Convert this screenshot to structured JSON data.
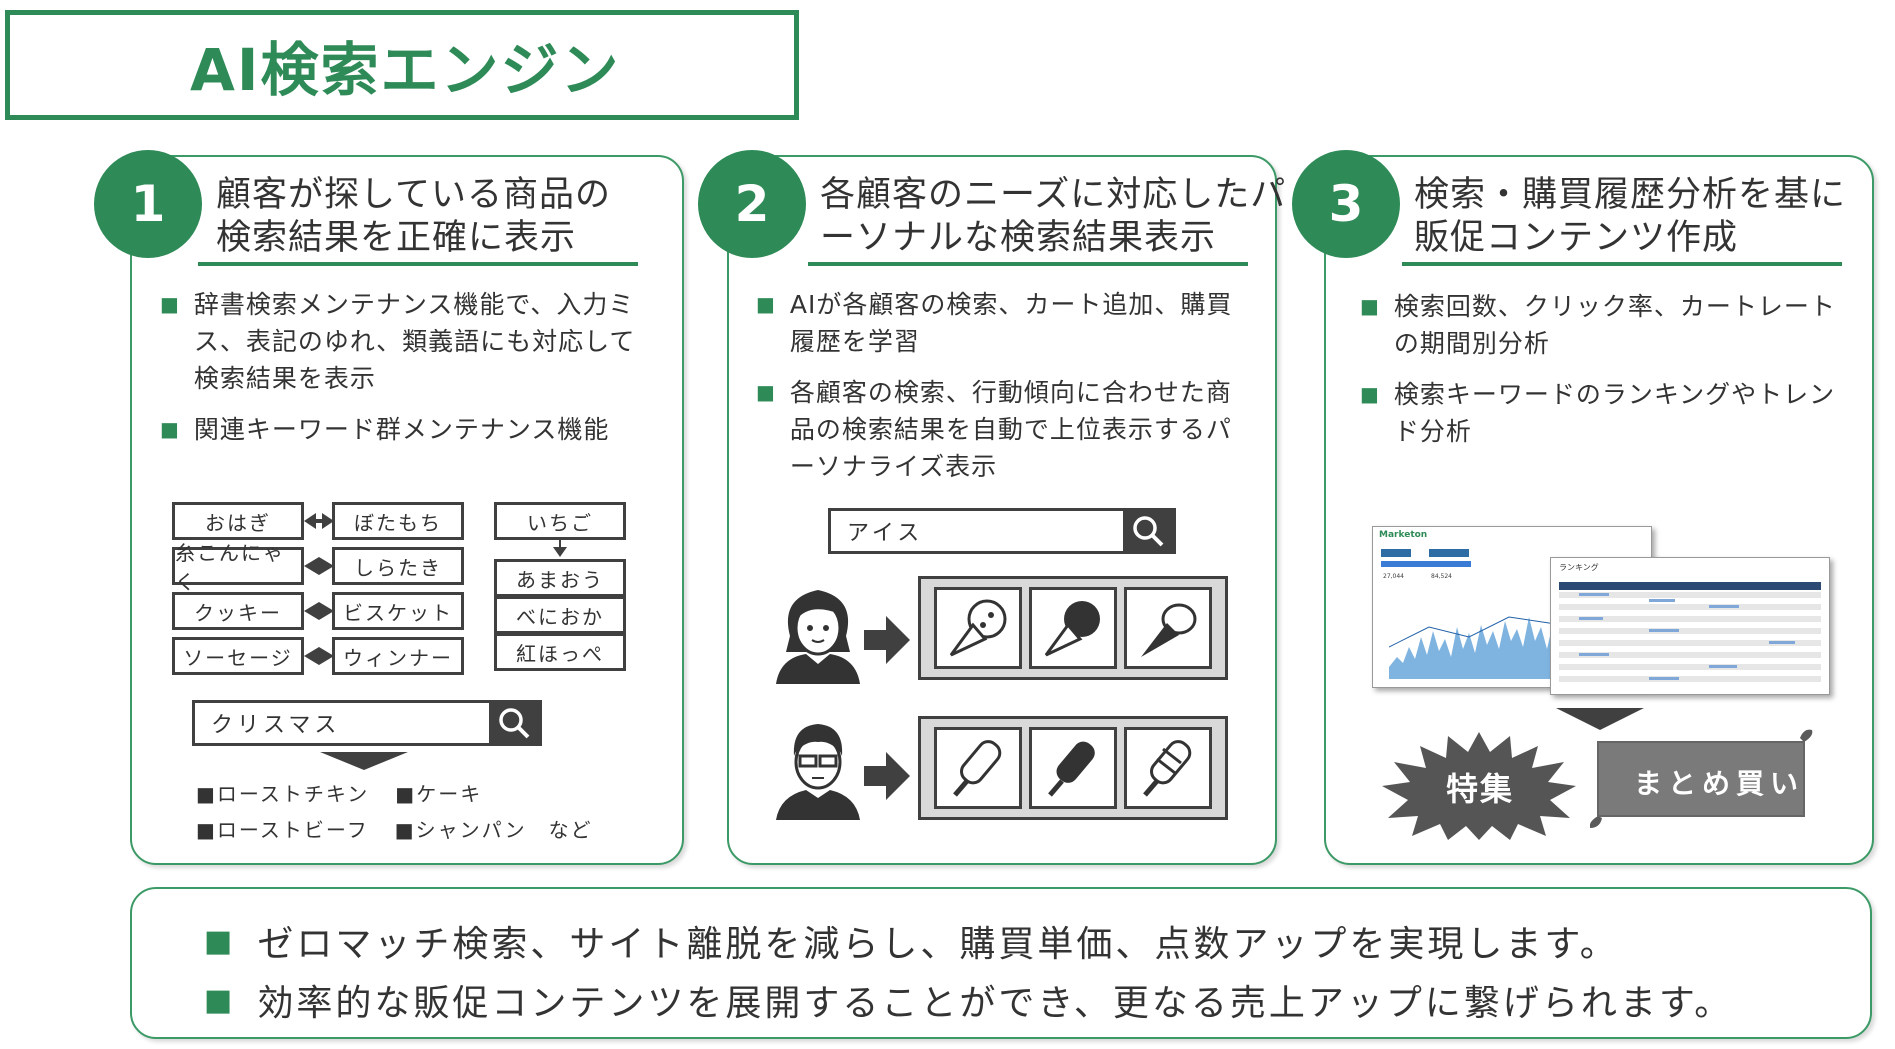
{
  "title": "AI検索エンジン",
  "panels": [
    {
      "number": "1",
      "heading_line1": "顧客が探している商品の",
      "heading_line2": "検索結果を正確に表示",
      "bullets": [
        {
          "line1": "辞書検索メンテナンス機能で、入力ミ",
          "line2": "ス、表記のゆれ、類義語にも対応して",
          "line3": "検索結果を表示"
        },
        {
          "line1": "関連キーワード群メンテナンス機能"
        }
      ],
      "synonym_pairs": [
        {
          "left": "おはぎ",
          "right": "ぼたもち"
        },
        {
          "left": "糸こんにゃく",
          "right": "しらたき"
        },
        {
          "left": "クッキー",
          "right": "ビスケット"
        },
        {
          "left": "ソーセージ",
          "right": "ウィンナー"
        }
      ],
      "related_group": {
        "head": "いちご",
        "items": [
          "あまおう",
          "べにおか",
          "紅ほっぺ"
        ]
      },
      "search_value": "クリスマス",
      "results_row1": [
        "■ローストチキン",
        "■ケーキ"
      ],
      "results_row2": [
        "■ローストビーフ",
        "■シャンパン　など"
      ]
    },
    {
      "number": "2",
      "heading_line1": "各顧客のニーズに対応したパ",
      "heading_line2": "ーソナルな検索結果表示",
      "bullets": [
        {
          "line1": "AIが各顧客の検索、カート追加、購買",
          "line2": "履歴を学習"
        },
        {
          "line1": "各顧客の検索、行動傾向に合わせた商",
          "line2": "品の検索結果を自動で上位表示するパ",
          "line3": "ーソナライズ表示"
        }
      ],
      "search_value": "アイス"
    },
    {
      "number": "3",
      "heading_line1": "検索・購買履歴分析を基に",
      "heading_line2": "販促コンテンツ作成",
      "bullets": [
        {
          "line1": "検索回数、クリック率、カートレート",
          "line2": "の期間別分析"
        },
        {
          "line1": "検索キーワードのランキングやトレン",
          "line2": "ド分析"
        }
      ],
      "dashboard_brand": "Marketon",
      "ranking_title": "ランキング",
      "stat1": "27,044",
      "stat2": "84,524",
      "feature_label": "特集",
      "bundle_label": "まとめ買い"
    }
  ],
  "summary": [
    "ゼロマッチ検索、サイト離脱を減らし、購買単価、点数アップを実現します。",
    "効率的な販促コンテンツを展開することができ、更なる売上アップに繋げられます。"
  ],
  "colors": {
    "accent": "#2e8b57",
    "dark": "#404040",
    "tray": "#d9d9d9"
  }
}
